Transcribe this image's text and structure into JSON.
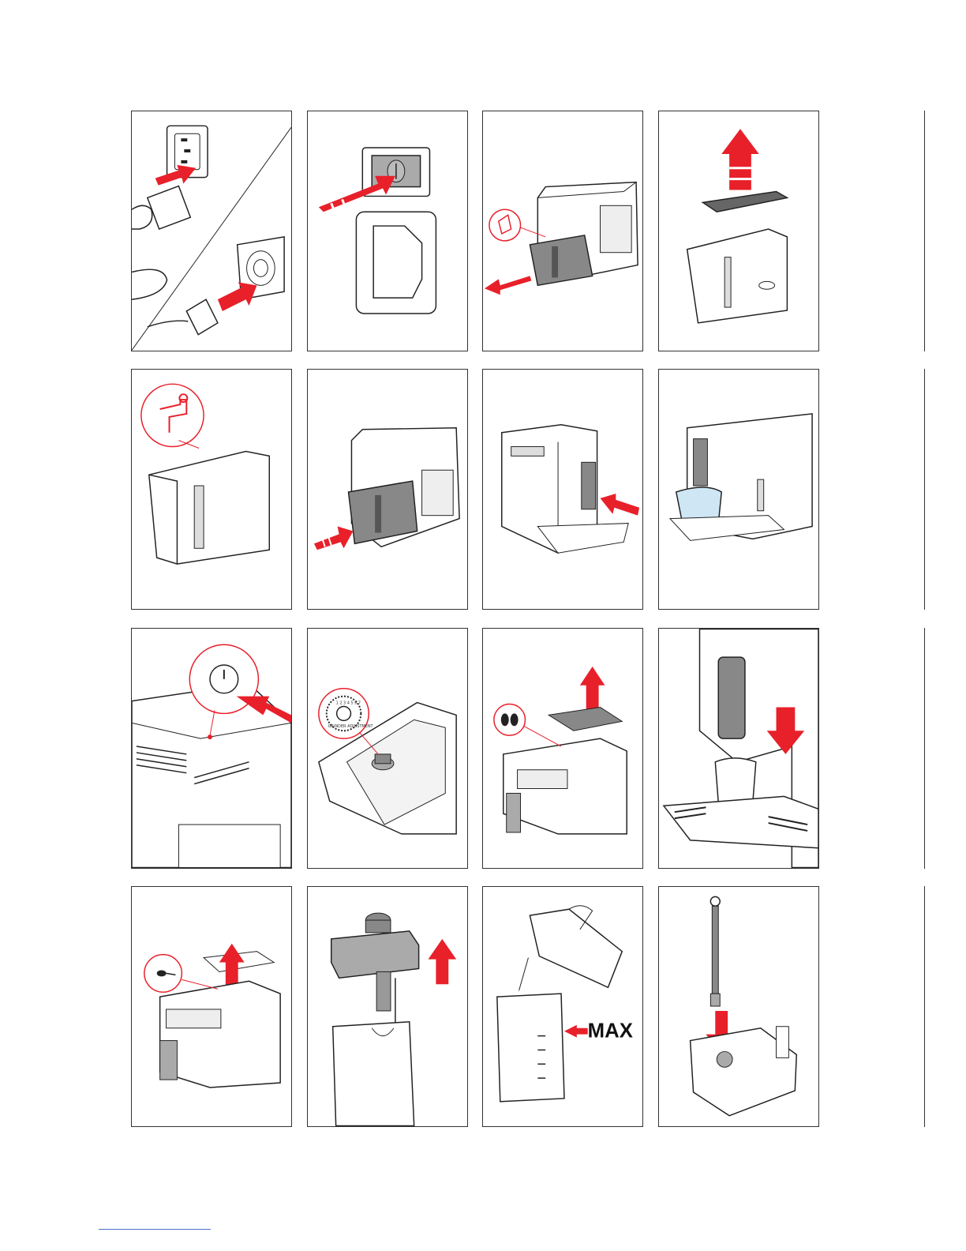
{
  "diagram": {
    "rows": 4,
    "cols": 4,
    "panels": [
      {
        "id": 1,
        "icon": "plug-into-socket-icon"
      },
      {
        "id": 2,
        "icon": "power-switch-icon"
      },
      {
        "id": 3,
        "icon": "remove-water-tank-icon"
      },
      {
        "id": 4,
        "icon": "remove-tank-lid-icon"
      },
      {
        "id": 5,
        "icon": "fill-tank-tap-icon"
      },
      {
        "id": 6,
        "icon": "insert-water-tank-icon"
      },
      {
        "id": 7,
        "icon": "insert-spout-icon"
      },
      {
        "id": 8,
        "icon": "cup-under-spout-icon"
      },
      {
        "id": 9,
        "icon": "power-button-icon"
      },
      {
        "id": 10,
        "icon": "grinder-adjustment-icon"
      },
      {
        "id": 11,
        "icon": "bean-container-lid-icon"
      },
      {
        "id": 12,
        "icon": "coffee-spout-down-icon"
      },
      {
        "id": 13,
        "icon": "ground-coffee-funnel-icon"
      },
      {
        "id": 14,
        "icon": "milk-container-lid-icon"
      },
      {
        "id": 15,
        "icon": "pour-milk-max-icon"
      },
      {
        "id": 16,
        "icon": "milk-tube-insert-icon"
      }
    ],
    "grinder_label": "GRINDER ADJUSTMENT",
    "grinder_numbers": "1 2 3 4 5 6 7",
    "max_label": "MAX",
    "accent_color": "#e8202a",
    "line_color": "#222222"
  }
}
